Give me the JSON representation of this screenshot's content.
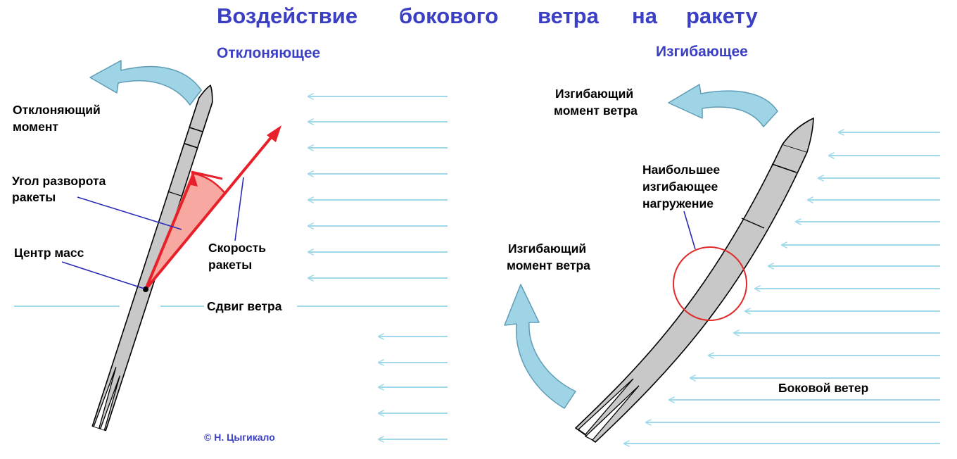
{
  "title": "Воздействие бокового ветра на ракету",
  "title_words": [
    "Воздействие",
    "бокового",
    "ветра",
    "на",
    "ракету"
  ],
  "left_panel": {
    "heading": "Отклоняющее",
    "labels": {
      "deflecting_moment": [
        "Отклоняющий",
        "момент"
      ],
      "turn_angle": [
        "Угол разворота",
        "ракеты"
      ],
      "center_of_mass": "Центр масс",
      "rocket_velocity": [
        "Скорость",
        "ракеты"
      ],
      "wind_shear": "Сдвиг ветра"
    }
  },
  "right_panel": {
    "heading": "Изгибающее",
    "labels": {
      "bending_moment_top": [
        "Изгибающий",
        "момент ветра"
      ],
      "bending_moment_left": [
        "Изгибающий",
        "момент ветра"
      ],
      "max_bending_load": [
        "Наибольшее",
        "изгибающее",
        "нагружение"
      ],
      "side_wind": "Боковой ветер"
    }
  },
  "copyright": "© Н. Цыгикало",
  "colors": {
    "title": "#3b3fc4",
    "wind": "#9fd9ea",
    "big_arrow_fill": "#9fd4e6",
    "big_arrow_stroke": "#5f9db5",
    "rocket_fill": "#c8c8c8",
    "vector_red": "#e8202a",
    "angle_fill": "#f7a8a0",
    "leader_line": "#2b2bb8",
    "circle": "#e02a2a"
  }
}
